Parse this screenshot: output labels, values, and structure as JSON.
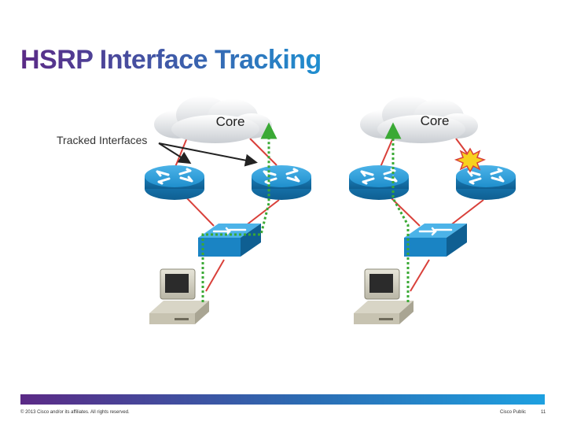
{
  "title": "HSRP Interface Tracking",
  "diagram": {
    "tracked_label": "Tracked Interfaces",
    "left_cloud_label": "Core",
    "right_cloud_label": "Core"
  },
  "colors": {
    "router_blue": "#1f8fcd",
    "link_red": "#d9403a",
    "tracked_green": "#3aa935",
    "failure_burst": "#f7d11e"
  },
  "footer": {
    "copyright": "© 2013 Cisco and/or its affiliates. All rights reserved.",
    "classification": "Cisco Public",
    "page_number": "11"
  }
}
